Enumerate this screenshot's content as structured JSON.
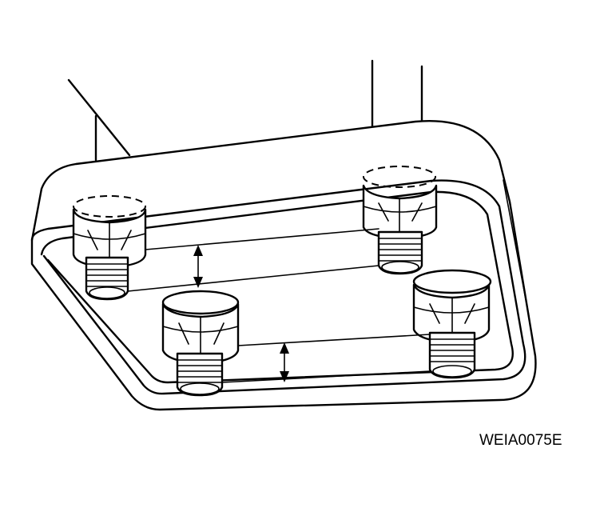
{
  "figure_code": "WEIA0075E",
  "parts": {
    "plate": "mounting-plate",
    "bolts": [
      "bolt-rear-left",
      "bolt-rear-right",
      "bolt-front-left",
      "bolt-front-right"
    ],
    "indicators": [
      "height-arrow-rear",
      "height-arrow-front"
    ]
  }
}
